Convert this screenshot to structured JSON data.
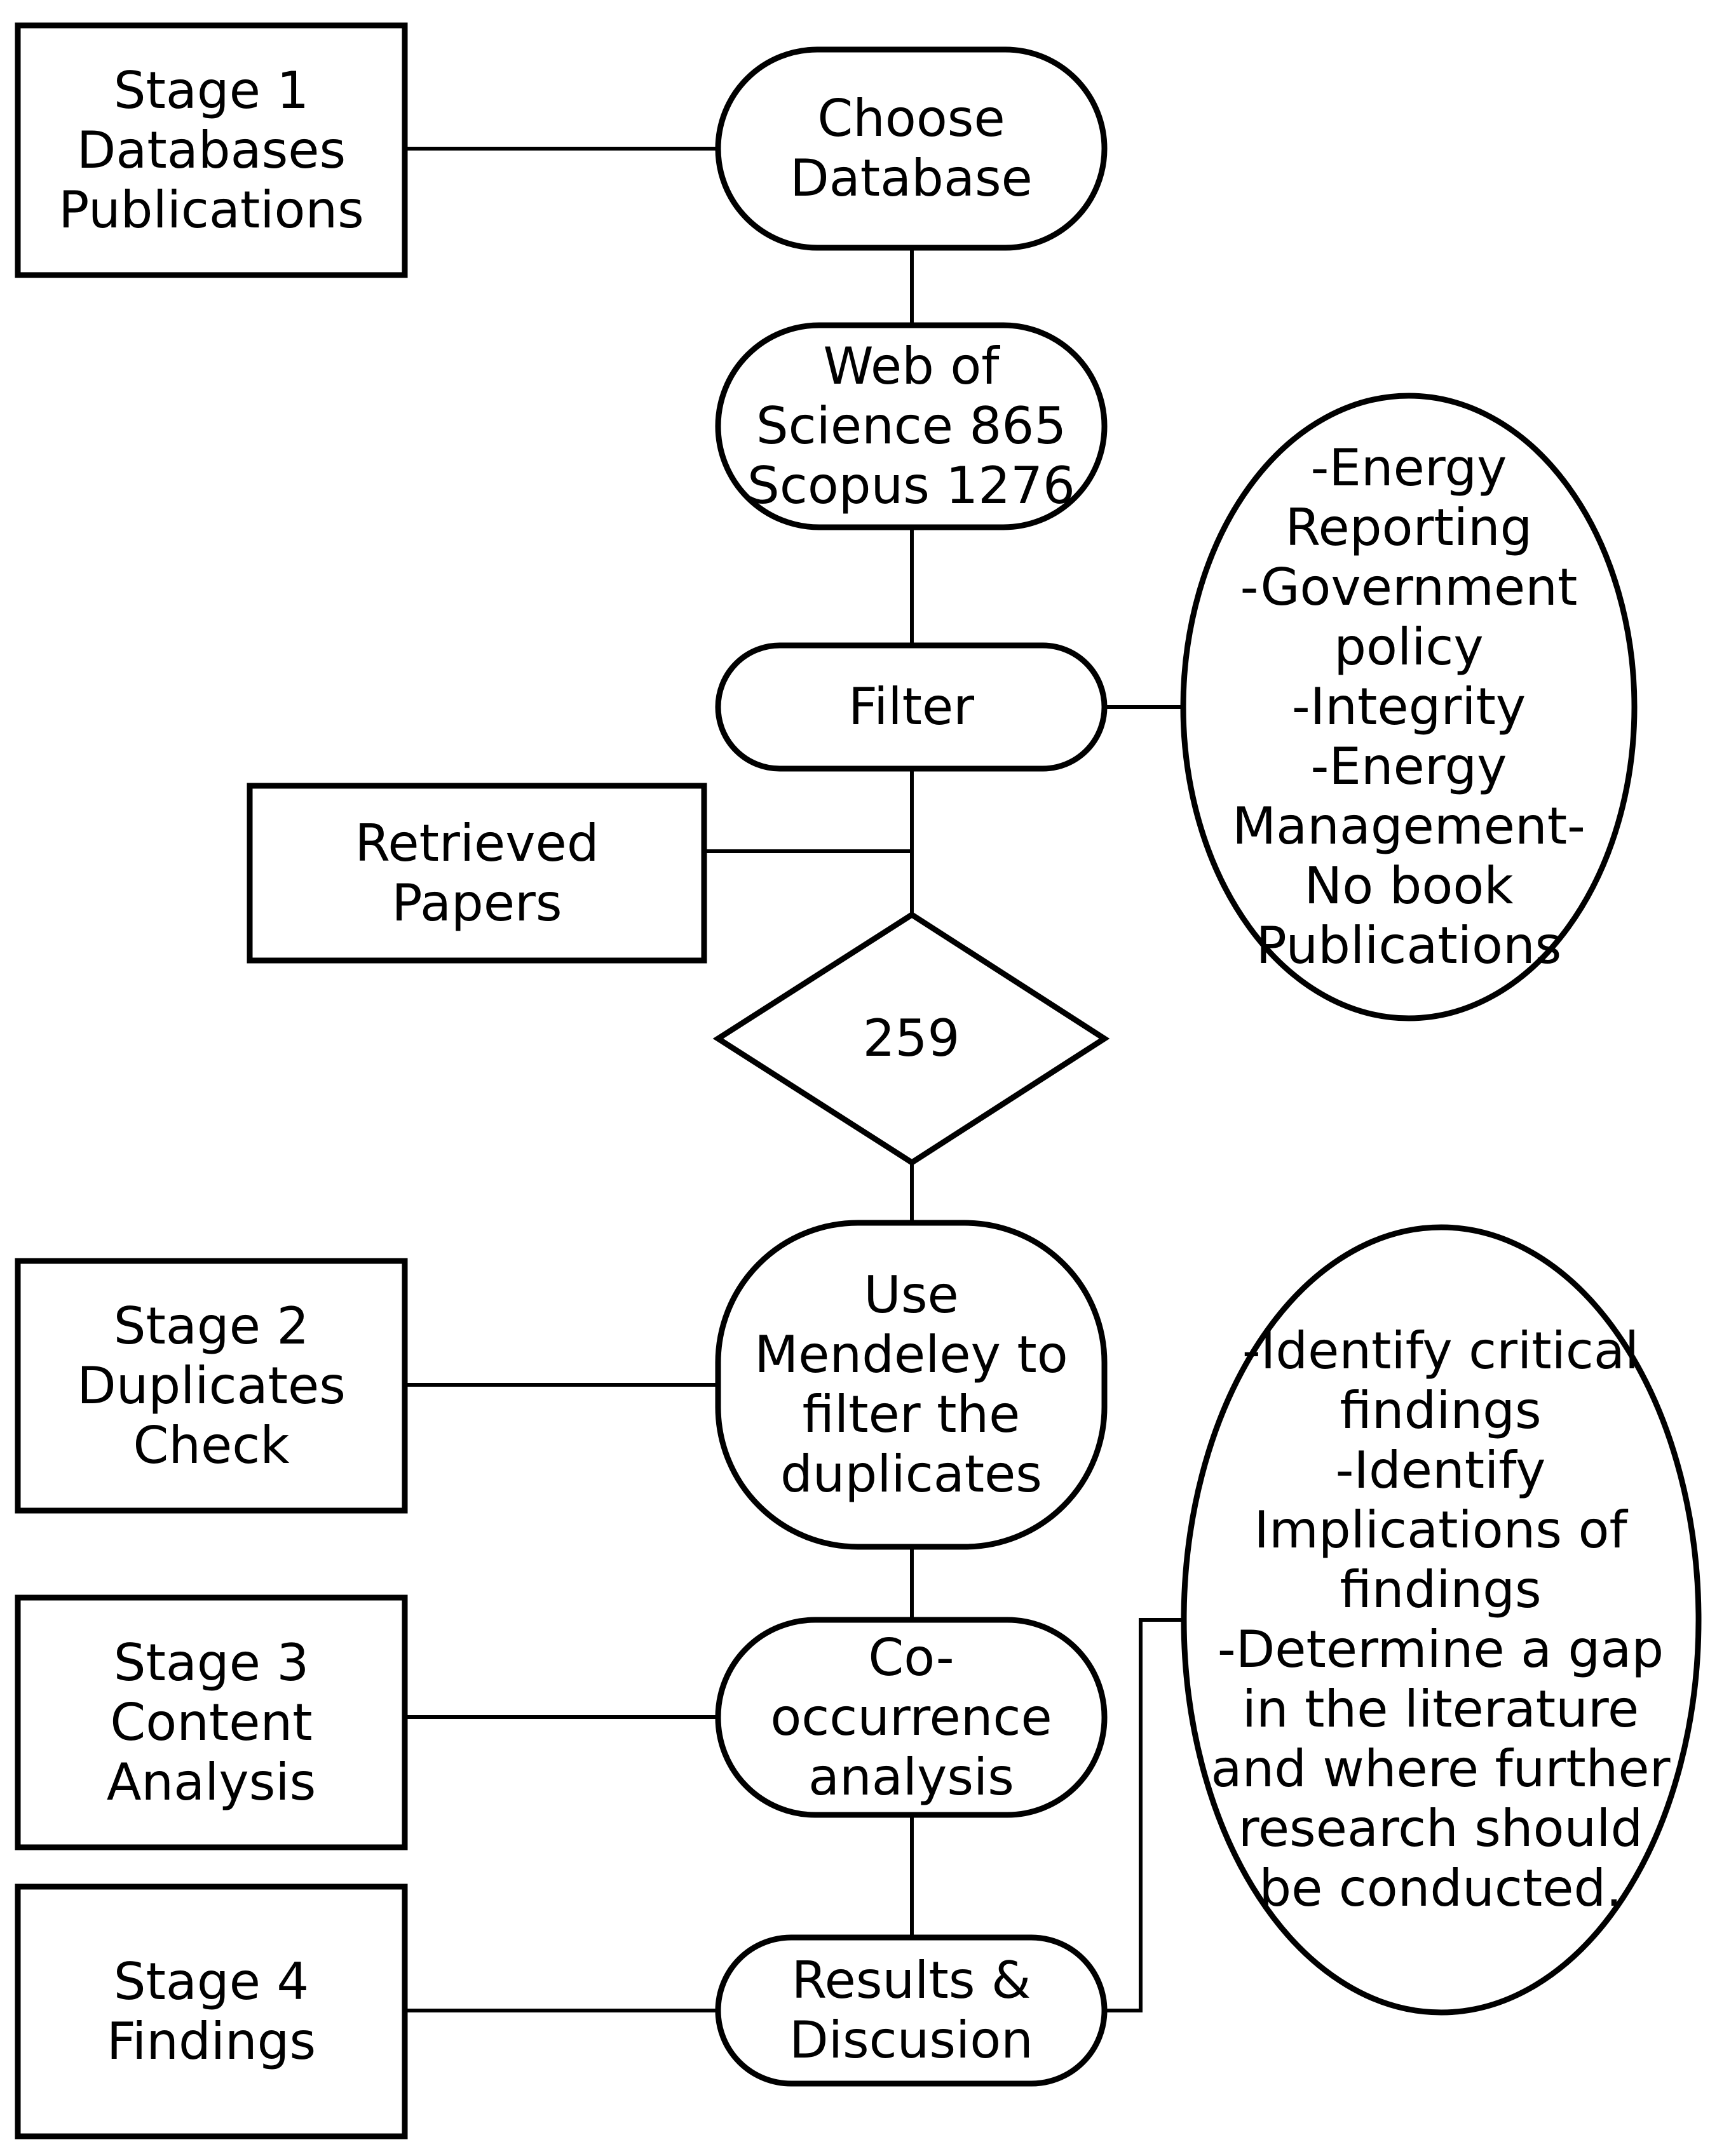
{
  "stages": [
    {
      "label": "Stage 1\nDatabases\nPublications"
    },
    {
      "label": "Stage 2\nDuplicates\nCheck"
    },
    {
      "label": "Stage 3\nContent\nAnalysis"
    },
    {
      "label": "Stage 4\nFindings"
    }
  ],
  "flow": {
    "choose_database": "Choose\nDatabase",
    "databases_count": "Web of\nScience 865\nScopus 1276",
    "filter": "Filter",
    "retrieved_papers": "Retrieved\nPapers",
    "retrieved_count": "259",
    "mendeley": "Use\nMendeley to\nfilter the\nduplicates",
    "cooccurrence": "Co-\noccurrence\nanalysis",
    "results": "Results &\nDiscusion"
  },
  "notes": {
    "filter_criteria": "-Energy\nReporting\n-Government\npolicy\n-Integrity\n-Energy\nManagement-\nNo book\nPublications",
    "findings_goals": "-Identify critical\nfindings\n-Identify\nImplications of\nfindings\n-Determine a gap\nin the literature\nand where further\nresearch should\nbe conducted."
  }
}
